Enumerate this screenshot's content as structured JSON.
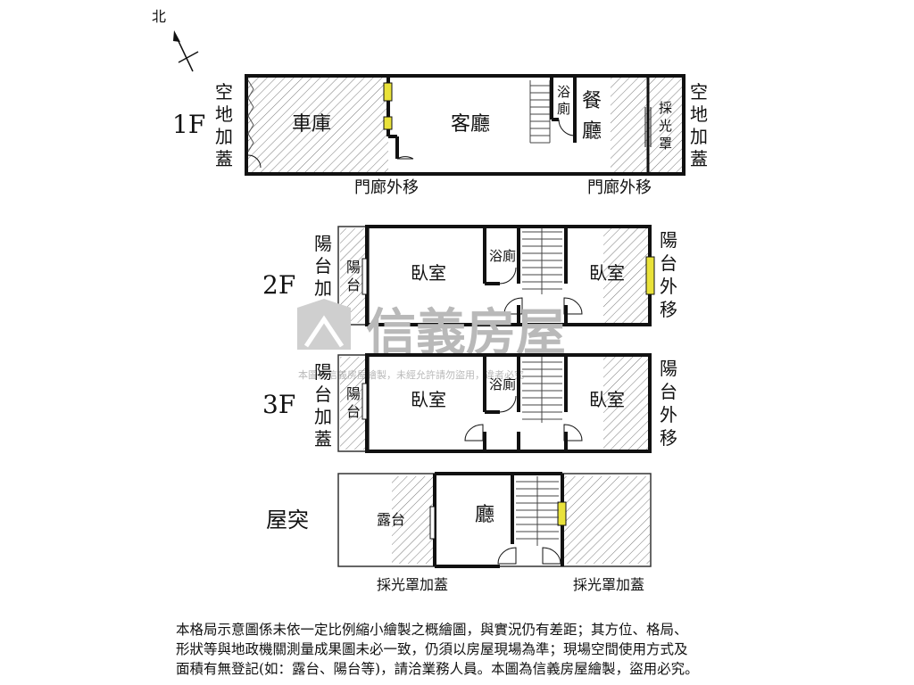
{
  "compass": {
    "label": "北"
  },
  "floors": {
    "f1": {
      "name": "1F",
      "garage": "車庫",
      "living": "客廳",
      "bath": "浴廁",
      "dining": "餐廳",
      "skylight": "採光罩",
      "left_side": "空地加蓋",
      "right_side": "空地加蓋",
      "porch_left": "門廊外移",
      "porch_right": "門廊外移"
    },
    "f2": {
      "name": "2F",
      "left_balcony_out": "陽台加蓋",
      "balcony": "陽台",
      "bedroom_left": "臥室",
      "bath": "浴廁",
      "bedroom_right": "臥室",
      "right_balcony_out": "陽台外移"
    },
    "f3": {
      "name": "3F",
      "left_balcony_out": "陽台加蓋",
      "balcony": "陽台",
      "bedroom_left": "臥室",
      "bath": "浴廁",
      "bedroom_right": "臥室",
      "right_balcony_out": "陽台外移"
    },
    "roof": {
      "name": "屋突",
      "terrace": "露台",
      "hall": "廳",
      "skylight_left": "採光罩加蓋",
      "skylight_right": "採光罩加蓋"
    }
  },
  "watermark": {
    "brand": "信義房屋",
    "notice": "本圖為信義房屋繪製，未經允許請勿盜用，違者必究"
  },
  "disclaimer": [
    "本格局示意圖係未依一定比例縮小繪製之概繪圖，與實況仍有差距；其方位、格局、",
    "形狀等與地政機關測量成果圖未必一致，仍須以房屋現場為準；現場空間使用方式及",
    "面積有無登記(如：露台、陽台等)，請洽業務人員。本圖為信義房屋繪製，盜用必究。"
  ]
}
